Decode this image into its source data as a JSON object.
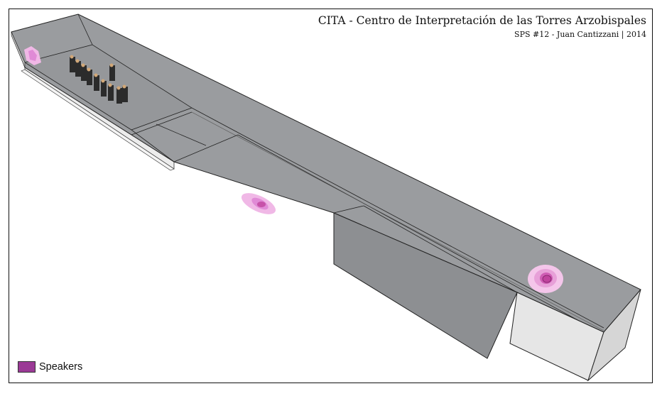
{
  "header": {
    "title": "CITA - Centro de Interpretación de las Torres Arzobispales",
    "subtitle": "SPS #12 - Juan Cantizzani | 2014"
  },
  "legend": {
    "items": [
      {
        "label": "Speakers",
        "color": "#9b3a96"
      }
    ]
  },
  "colors": {
    "surface": "#9a9c9f",
    "surface_dark": "#8d8f92",
    "end_face": "#e6e6e6",
    "speaker_outer": "#f0b8e6",
    "speaker_mid": "#e08ad6",
    "speaker_inner": "#c0449e"
  }
}
